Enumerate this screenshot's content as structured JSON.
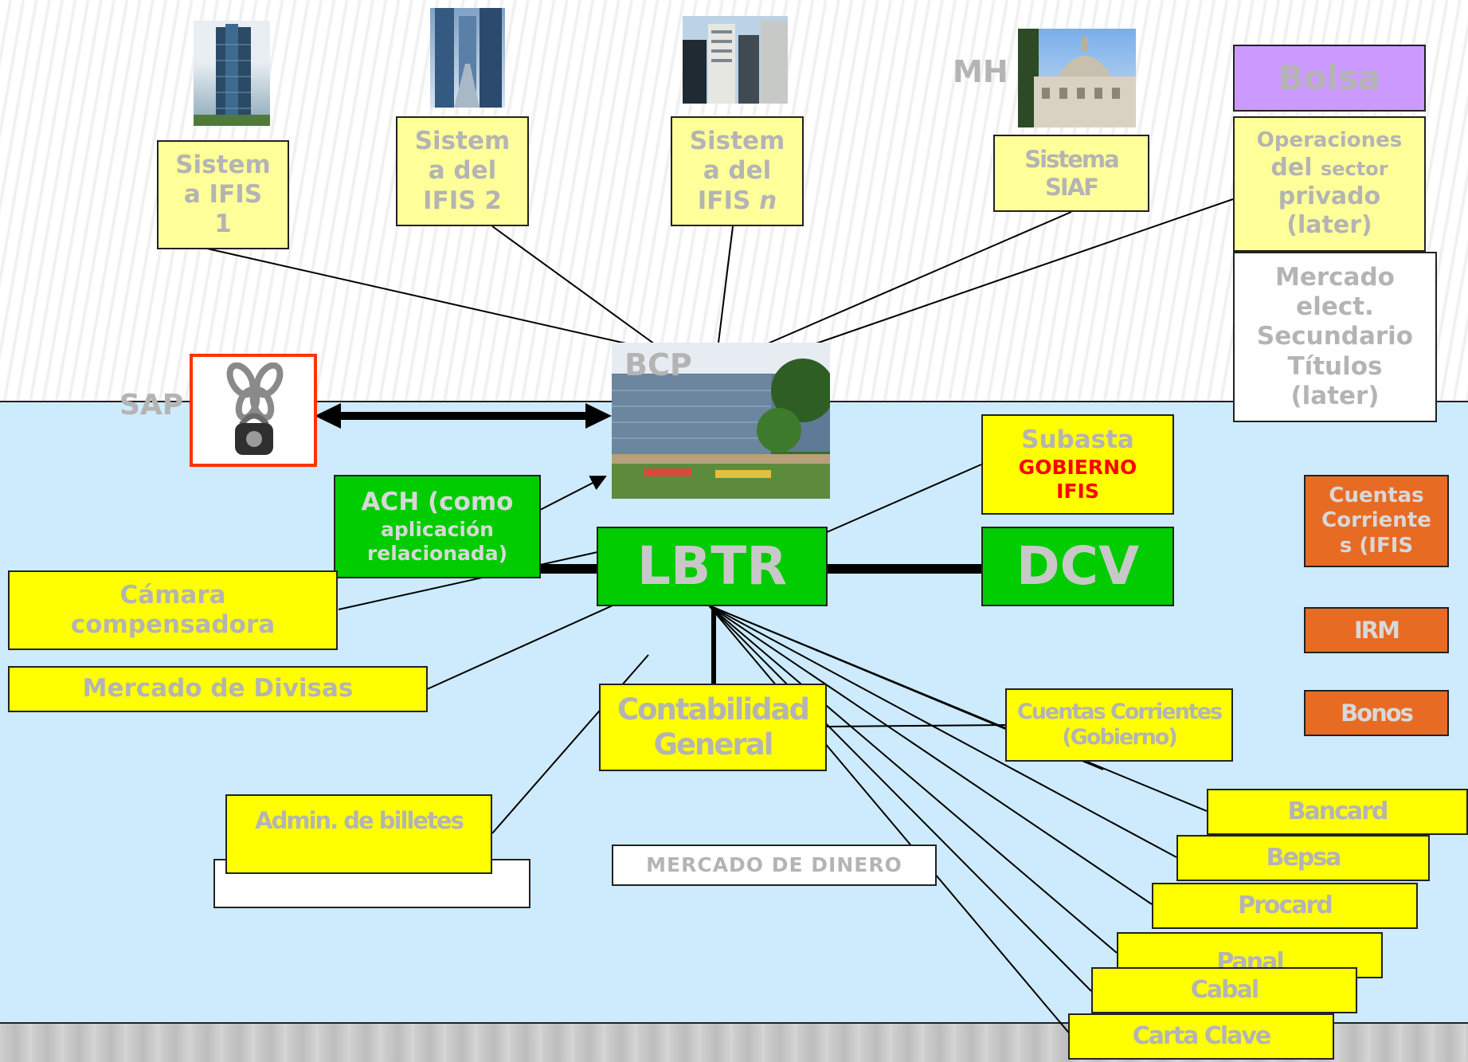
{
  "boxes": {
    "ifis1": "Sistem\na  IFIS\n1",
    "ifis2": "Sistem\na del\nIFIS 2",
    "ifisn_line1": "Sistem",
    "ifisn_line2": "a del",
    "ifisn_line3a": "IFIS ",
    "ifisn_line3b": "n",
    "siaf": "Sistema\nSIAF",
    "bolsa": "Bolsa",
    "operaciones_l1": "Operaciones",
    "operaciones_l2a": "del ",
    "operaciones_l2b": "sector",
    "operaciones_l3": "privado",
    "operaciones_l4": "(later)",
    "mercado_elect": "Mercado\nelect.\nSecundario\nTítulos\n(later)",
    "ach_l1": "ACH (como",
    "ach_l2": "aplicación",
    "ach_l3": "relacionada)",
    "camara": "Cámara\ncompensadora",
    "divisas": "Mercado de Divisas",
    "lbtr": "LBTR",
    "dcv": "DCV",
    "subasta_l1": "Subasta",
    "subasta_l2": "GOBIERNO",
    "subasta_l3": "IFIS",
    "contabilidad": "Contabilidad\nGeneral",
    "cuentas_gob": "Cuentas Corrientes\n(Gobierno)",
    "cuentas_ifis": "Cuentas\nCorriente\ns (IFIS",
    "irm": "IRM",
    "bonos": "Bonos",
    "billetes": "Admin.  de billetes",
    "mercado_dinero": "MERCADO DE DINERO",
    "bancard": "Bancard",
    "bepsa": "Bepsa",
    "procard": "Procard",
    "panal": "Panal",
    "cabal": "Cabal",
    "carta_clave": "Carta Clave"
  },
  "labels": {
    "mh": "MH",
    "bcp": "BCP",
    "sap": "SAP"
  },
  "icons": {
    "sap": "chain-padlock-icon",
    "bcp": "bcp-building-photo"
  },
  "colors": {
    "yellow": "#ffff00",
    "pale_yellow": "#ffff99",
    "green": "#00cc00",
    "orange": "#e86b24",
    "purple": "#cc99ff",
    "water": "#cdebfc",
    "label_gray": "#b4b4b4",
    "red_text": "#ff0000",
    "sap_border": "#ff3300"
  }
}
